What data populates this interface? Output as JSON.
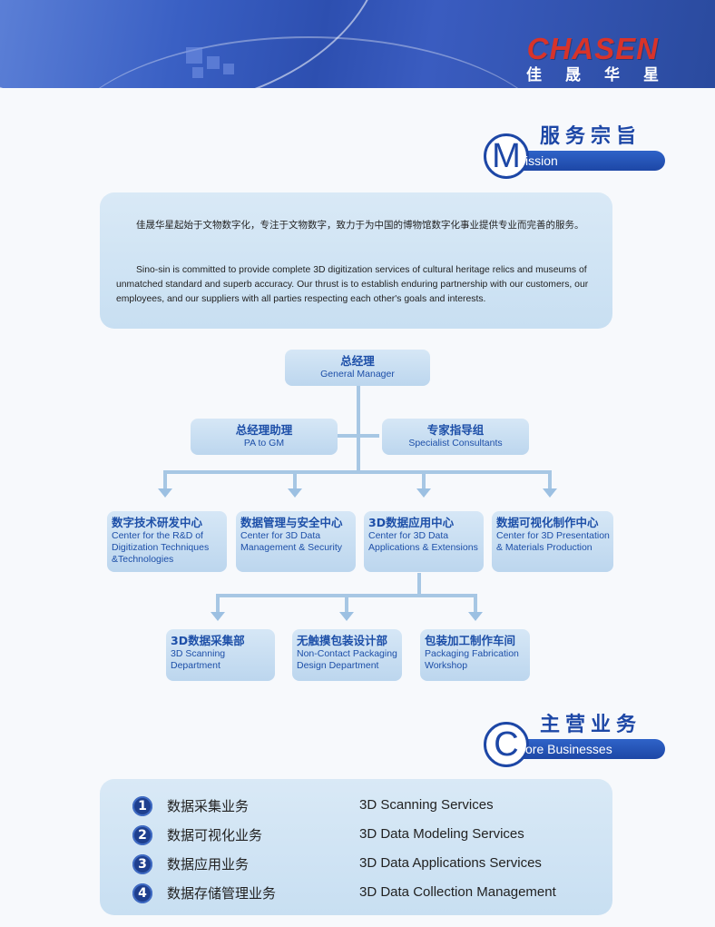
{
  "brand": {
    "logo": "CHASEN",
    "name_cn": "佳晟华星"
  },
  "mission": {
    "big_letter": "M",
    "title_cn": "服务宗旨",
    "title_en": "ission",
    "para_cn": "佳晟华星起始于文物数字化，专注于文物数字，致力于为中国的博物馆数字化事业提供专业而完善的服务。",
    "para_en": "Sino-sin is committed to provide  complete 3D digitization services of cultural heritage relics and museums of unmatched standard and superb accuracy. Our thrust is to establish enduring partnership with our customers, our employees, and our suppliers with all parties respecting each other's goals and interests."
  },
  "org": {
    "gm": {
      "cn": "总经理",
      "en": "General Manager"
    },
    "pa": {
      "cn": "总经理助理",
      "en": "PA to GM"
    },
    "consult": {
      "cn": "专家指导组",
      "en": "Specialist Consultants"
    },
    "centers": [
      {
        "cn": "数字技术研发中心",
        "en": "Center for the R&D of Digitization Techniques &Technologies"
      },
      {
        "cn": "数据管理与安全中心",
        "en": "Center for 3D Data Management & Security"
      },
      {
        "cn": "3D数据应用中心",
        "en": "Center for 3D Data Applications & Extensions"
      },
      {
        "cn": "数据可视化制作中心",
        "en": "Center for 3D Presentation & Materials Production"
      }
    ],
    "depts": [
      {
        "cn": "3D数据采集部",
        "en": "3D Scanning Department"
      },
      {
        "cn": "无触摸包装设计部",
        "en": "Non-Contact Packaging Design Department"
      },
      {
        "cn": "包装加工制作车间",
        "en": "Packaging Fabrication Workshop"
      }
    ]
  },
  "core": {
    "big_letter": "C",
    "title_cn": "主营业务",
    "title_en": "ore Businesses",
    "items": [
      {
        "num": "1",
        "cn": "数据采集业务",
        "en": "3D Scanning Services"
      },
      {
        "num": "2",
        "cn": "数据可视化业务",
        "en": "3D Data Modeling Services"
      },
      {
        "num": "3",
        "cn": "数据应用业务",
        "en": "3D Data Applications Services"
      },
      {
        "num": "4",
        "cn": "数据存储管理业务",
        "en": "3D Data Collection Management"
      }
    ]
  }
}
